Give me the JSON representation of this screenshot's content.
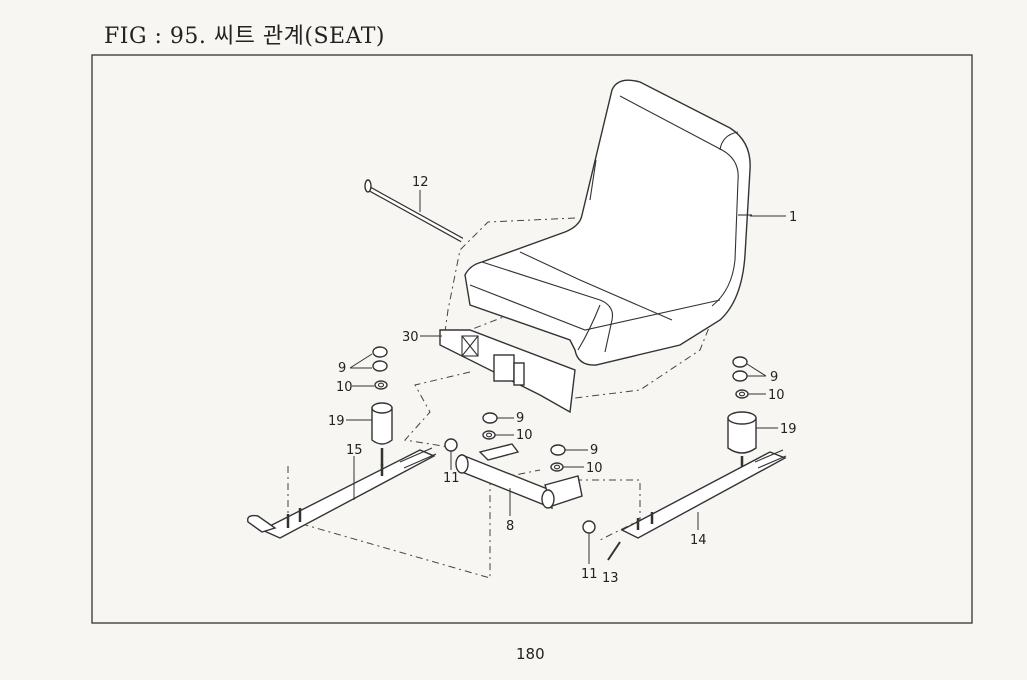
{
  "figure": {
    "title": "FIG : 95. 씨트 관계(SEAT)",
    "page_number": "180"
  },
  "callouts": {
    "c1": "1",
    "c30": "30",
    "c12": "12",
    "c9a": "9",
    "c10a": "10",
    "c19a": "19",
    "c15": "15",
    "c11a": "11",
    "c9b": "9",
    "c10b": "10",
    "c9c": "9",
    "c10c": "10",
    "c8": "8",
    "c11b": "11",
    "c13": "13",
    "c14": "14",
    "c9d": "9",
    "c10d": "10",
    "c19b": "19"
  },
  "colors": {
    "line": "#333333",
    "background": "#f7f6f3"
  }
}
